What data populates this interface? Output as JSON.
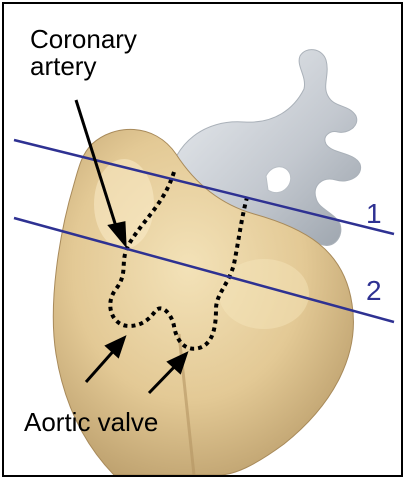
{
  "figure": {
    "labels": {
      "coronary_artery": "Coronary\nartery",
      "aortic_valve": "Aortic valve"
    },
    "planes": [
      {
        "number": "1"
      },
      {
        "number": "2"
      }
    ]
  },
  "colors": {
    "plane_line": "#2e3192",
    "outline": "#000000",
    "tissue": "#e8d2a0",
    "vessel": "#c8ccd2",
    "background": "#ffffff"
  }
}
